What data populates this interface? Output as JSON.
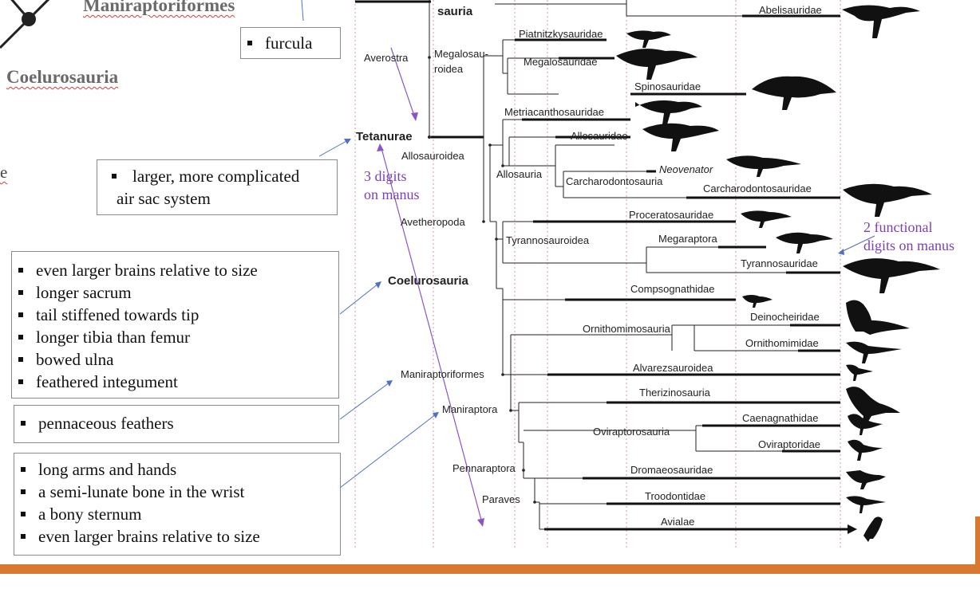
{
  "headings": {
    "maniraptoriformes": "Maniraptoriformes",
    "coelurosauria": "Coelurosauria",
    "stray_letter": "e"
  },
  "boxes": {
    "furcula": [
      "furcula"
    ],
    "tetanurae": [
      "larger, more complicated",
      "air sac system"
    ],
    "coelurosauria": [
      "even larger brains relative to size",
      "longer sacrum",
      "tail stiffened towards tip",
      "longer tibia than femur",
      "bowed ulna",
      "feathered integument"
    ],
    "maniraptoriformes": [
      "pennaceous feathers"
    ],
    "maniraptora": [
      "long arms and hands",
      "a semi-lunate bone in the wrist",
      "a bony sternum",
      "even larger brains relative to size"
    ]
  },
  "annotations": {
    "digits3": [
      "3 digits",
      "on manus"
    ],
    "digits2": [
      "2 functional",
      "digits on manus"
    ]
  },
  "tree": {
    "node_labels": {
      "sauria": "sauria",
      "averostra": "Averostra",
      "megalosauroidea": [
        "Megalosau-",
        "roidea"
      ],
      "tetanurae": "Tetanurae",
      "allosauroidea": "Allosauroidea",
      "allosauria": "Allosauria",
      "carcharodontosauria": "Carcharodontosauria",
      "avetheropoda": "Avetheropoda",
      "tyrannosauroidea": "Tyrannosauroidea",
      "coelurosauria": "Coelurosauria",
      "ornithomimosauria": "Ornithomimosauria",
      "maniraptoriformes": "Maniraptoriformes",
      "maniraptora": "Maniraptora",
      "oviraptorosauria": "Oviraptorosauria",
      "pennaraptora": "Pennaraptora",
      "paraves": "Paraves"
    },
    "taxa": {
      "abelisauridae": "Abelisauridae",
      "piatnitzkysauridae": "Piatnitzkysauridae",
      "megalosauridae": "Megalosauridae",
      "spinosauridae": "Spinosauridae",
      "metriacanthosauridae": "Metriacanthosauridae",
      "allosauridae": "Allosauridae",
      "neovenator": "Neovenator",
      "carcharodontosauridae": "Carcharodontosauridae",
      "proceratosauridae": "Proceratosauridae",
      "megaraptora": "Megaraptora",
      "tyrannosauridae": "Tyrannosauridae",
      "compsognathidae": "Compsognathidae",
      "deinocheiridae": "Deinocheiridae",
      "ornithomimidae": "Ornithomimidae",
      "alvarezsauroidea": "Alvarezsauroidea",
      "therizinosauria": "Therizinosauria",
      "caenagnathidae": "Caenagnathidae",
      "oviraptoridae": "Oviraptoridae",
      "dromaeosauridae": "Dromaeosauridae",
      "troodontidae": "Troodontidae",
      "avialae": "Avialae"
    }
  },
  "colors": {
    "accent_bar": "#d9782f",
    "annotation": "#7b3fb5",
    "arrow_blue": "#4f6fc9",
    "heading_gray": "#6a6a6a"
  }
}
